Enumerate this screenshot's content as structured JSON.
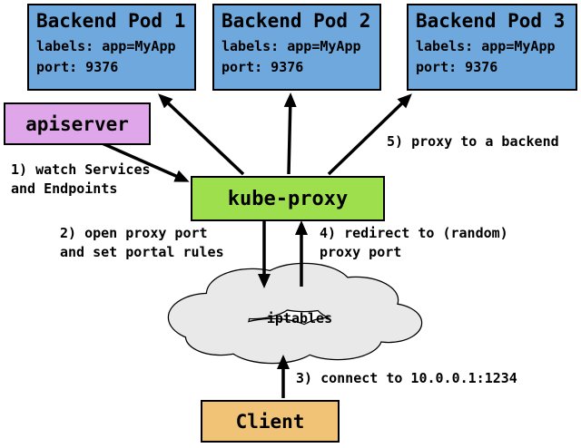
{
  "colors": {
    "pod_fill": "#6fa8dc",
    "apiserver_fill": "#dfa7ea",
    "kube_proxy_fill": "#9ddf4d",
    "client_fill": "#f0c377",
    "cloud_fill": "#e9e9e9",
    "border": "#000000"
  },
  "pods": [
    {
      "title": "Backend Pod 1",
      "labels": "labels: app=MyApp",
      "port": "port: 9376"
    },
    {
      "title": "Backend Pod 2",
      "labels": "labels: app=MyApp",
      "port": "port: 9376"
    },
    {
      "title": "Backend Pod 3",
      "labels": "labels: app=MyApp",
      "port": "port: 9376"
    }
  ],
  "nodes": {
    "apiserver": "apiserver",
    "kube_proxy": "kube-proxy",
    "iptables": "iptables",
    "client": "Client"
  },
  "annotations": {
    "step1": "1) watch Services\nand Endpoints",
    "step2": "2) open proxy port\nand set portal rules",
    "step3": "3) connect to 10.0.0.1:1234",
    "step4": "4) redirect to (random)\nproxy port",
    "step5": "5) proxy to a backend"
  }
}
